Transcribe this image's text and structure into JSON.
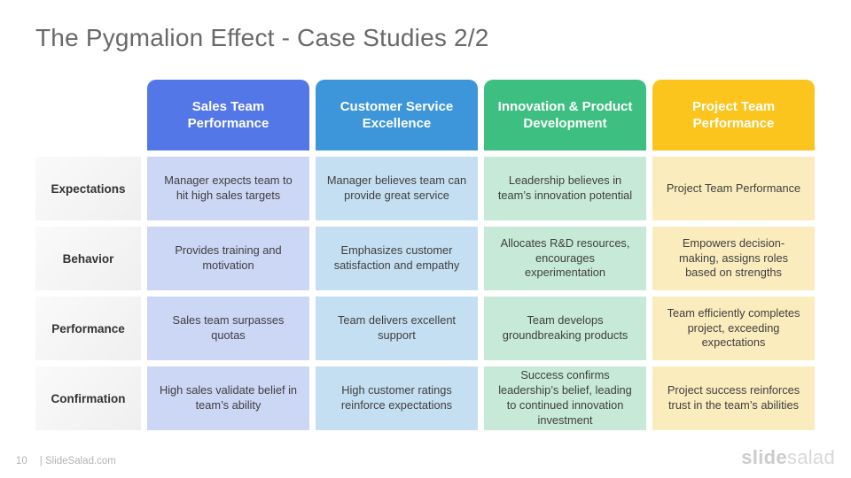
{
  "slide": {
    "title": "The Pygmalion Effect - Case Studies 2/2"
  },
  "table": {
    "row_headers": [
      "Expectations",
      "Behavior",
      "Performance",
      "Confirmation"
    ],
    "columns": [
      {
        "header": "Sales Team\nPerformance",
        "header_color": "#5377e6",
        "cell_color": "#ccd6f5",
        "cells": [
          "Manager expects team to hit high sales targets",
          "Provides training and motivation",
          "Sales team surpasses quotas",
          "High sales validate belief in team’s ability"
        ]
      },
      {
        "header": "Customer Service\nExcellence",
        "header_color": "#3e96da",
        "cell_color": "#c5dff2",
        "cells": [
          "Manager believes team can provide great service",
          "Emphasizes customer satisfaction and empathy",
          "Team delivers excellent support",
          "High customer ratings reinforce expectations"
        ]
      },
      {
        "header": "Innovation & Product\nDevelopment",
        "header_color": "#3ebf82",
        "cell_color": "#c7e9d7",
        "cells": [
          "Leadership believes in team’s innovation potential",
          "Allocates R&D resources, encourages experimentation",
          "Team develops groundbreaking products",
          "Success confirms leadership’s belief, leading to continued innovation investment"
        ]
      },
      {
        "header": "Project Team\nPerformance",
        "header_color": "#fbc51e",
        "cell_color": "#faecbd",
        "cells": [
          "Project Team Performance",
          "Empowers decision-making, assigns roles based on strengths",
          "Team efficiently completes project, exceeding expectations",
          "Project success reinforces trust in the team’s abilities"
        ]
      }
    ]
  },
  "footer": {
    "page_number": "10",
    "site_text": "| SlideSalad.com",
    "logo_bold": "slide",
    "logo_light": "salad"
  }
}
